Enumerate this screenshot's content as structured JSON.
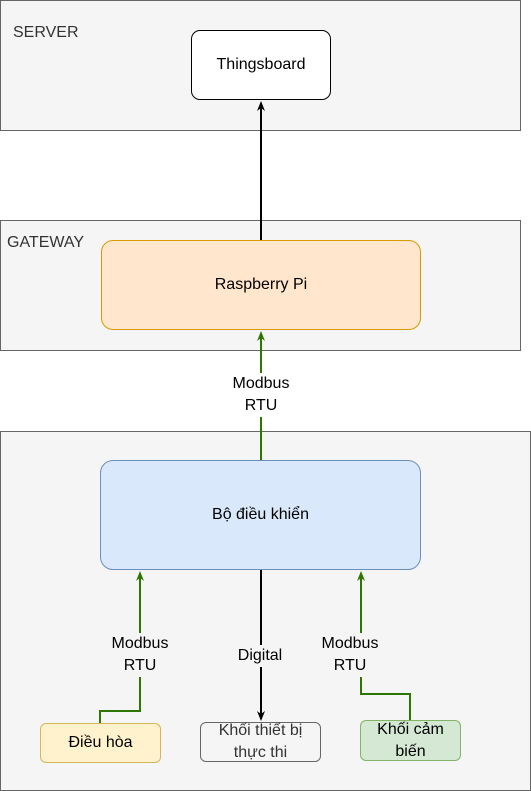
{
  "zones": {
    "server": "SERVER",
    "gateway": "GATEWAY",
    "device": ""
  },
  "nodes": {
    "thingsboard": "Thingsboard",
    "raspberry": "Raspberry Pi",
    "controller": "Bộ điều khiển",
    "aircon": "Điều hòa",
    "actuator": "Khối thiết bị\nthực thi",
    "sensor": "Khối cảm\nbiến"
  },
  "edges": {
    "pi_to_controller": "Modbus\nRTU",
    "aircon_link": "Modbus\nRTU",
    "digital_link": "Digital",
    "sensor_link": "Modbus\nRTU"
  },
  "colors": {
    "zone_fill": "#f5f5f5",
    "zone_border": "#666666",
    "pi_fill": "#ffe6cc",
    "pi_border": "#d79b00",
    "controller_fill": "#dae8fc",
    "controller_border": "#6c8ebf",
    "aircon_fill": "#fff2cc",
    "aircon_border": "#d6b656",
    "sensor_fill": "#d5e8d4",
    "sensor_border": "#82b366",
    "modbus_arrow": "#2d7600",
    "black_arrow": "#000000"
  }
}
